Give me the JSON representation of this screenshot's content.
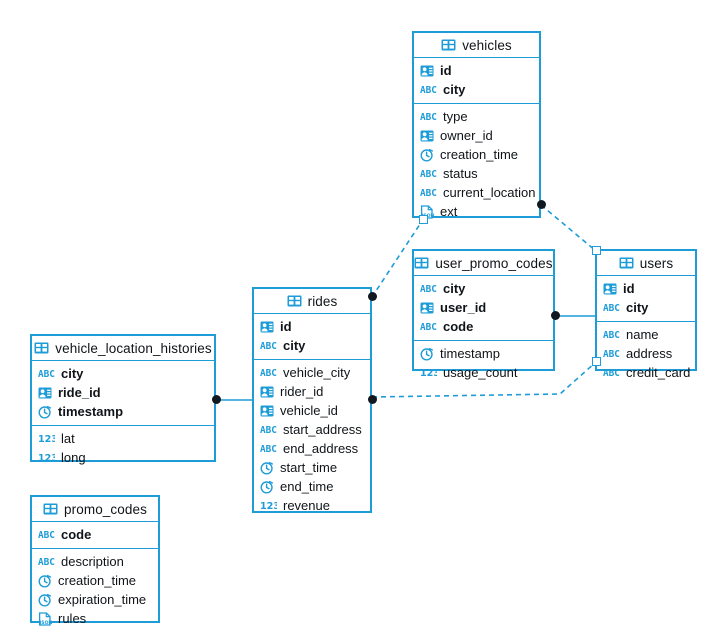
{
  "diagram": {
    "kind": "entity-relationship-diagram",
    "accent_color": "#1d9cd8",
    "text_color": "#101418",
    "marker_dot_color": "#11181f",
    "background": "#ffffff"
  },
  "tables": [
    {
      "id": "vehicles",
      "name": "vehicles",
      "header_icon": "table-icon",
      "keys": [
        {
          "name": "id",
          "icon": "key-id-icon",
          "primary": true
        },
        {
          "name": "city",
          "icon": "abc-icon",
          "primary": true
        }
      ],
      "columns": [
        {
          "name": "type",
          "icon": "abc-icon"
        },
        {
          "name": "owner_id",
          "icon": "key-id-icon"
        },
        {
          "name": "creation_time",
          "icon": "clock-icon"
        },
        {
          "name": "status",
          "icon": "abc-icon"
        },
        {
          "name": "current_location",
          "icon": "abc-icon"
        },
        {
          "name": "ext",
          "icon": "json-icon"
        }
      ]
    },
    {
      "id": "user_promo_codes",
      "name": "user_promo_codes",
      "header_icon": "table-icon",
      "keys": [
        {
          "name": "city",
          "icon": "abc-icon",
          "primary": true
        },
        {
          "name": "user_id",
          "icon": "key-id-icon",
          "primary": true
        },
        {
          "name": "code",
          "icon": "abc-icon",
          "primary": true
        }
      ],
      "columns": [
        {
          "name": "timestamp",
          "icon": "clock-icon"
        },
        {
          "name": "usage_count",
          "icon": "number-icon"
        }
      ]
    },
    {
      "id": "users",
      "name": "users",
      "header_icon": "table-icon",
      "keys": [
        {
          "name": "id",
          "icon": "key-id-icon",
          "primary": true
        },
        {
          "name": "city",
          "icon": "abc-icon",
          "primary": true
        }
      ],
      "columns": [
        {
          "name": "name",
          "icon": "abc-icon"
        },
        {
          "name": "address",
          "icon": "abc-icon"
        },
        {
          "name": "credit_card",
          "icon": "abc-icon"
        }
      ]
    },
    {
      "id": "rides",
      "name": "rides",
      "header_icon": "table-icon",
      "keys": [
        {
          "name": "id",
          "icon": "key-id-icon",
          "primary": true
        },
        {
          "name": "city",
          "icon": "abc-icon",
          "primary": true
        }
      ],
      "columns": [
        {
          "name": "vehicle_city",
          "icon": "abc-icon"
        },
        {
          "name": "rider_id",
          "icon": "key-id-icon"
        },
        {
          "name": "vehicle_id",
          "icon": "key-id-icon"
        },
        {
          "name": "start_address",
          "icon": "abc-icon"
        },
        {
          "name": "end_address",
          "icon": "abc-icon"
        },
        {
          "name": "start_time",
          "icon": "clock-icon"
        },
        {
          "name": "end_time",
          "icon": "clock-icon"
        },
        {
          "name": "revenue",
          "icon": "number-icon"
        }
      ]
    },
    {
      "id": "vehicle_location_histories",
      "name": "vehicle_location_histories",
      "header_icon": "table-icon",
      "keys": [
        {
          "name": "city",
          "icon": "abc-icon",
          "primary": true
        },
        {
          "name": "ride_id",
          "icon": "key-id-icon",
          "primary": true
        },
        {
          "name": "timestamp",
          "icon": "clock-icon",
          "primary": true
        }
      ],
      "columns": [
        {
          "name": "lat",
          "icon": "number-icon"
        },
        {
          "name": "long",
          "icon": "number-icon"
        }
      ]
    },
    {
      "id": "promo_codes",
      "name": "promo_codes",
      "header_icon": "table-icon",
      "keys": [
        {
          "name": "code",
          "icon": "abc-icon",
          "primary": true
        }
      ],
      "columns": [
        {
          "name": "description",
          "icon": "abc-icon"
        },
        {
          "name": "creation_time",
          "icon": "clock-icon"
        },
        {
          "name": "expiration_time",
          "icon": "clock-icon"
        },
        {
          "name": "rules",
          "icon": "json-icon"
        }
      ]
    }
  ],
  "relationships": [
    {
      "id": "vehicles-users",
      "from": "vehicles",
      "to": "users",
      "style": "dashed"
    },
    {
      "id": "vehicles-rides",
      "from": "vehicles",
      "to": "rides",
      "style": "dashed"
    },
    {
      "id": "rides-users",
      "from": "rides",
      "to": "users",
      "style": "dashed"
    },
    {
      "id": "user_promo_codes-users",
      "from": "user_promo_codes",
      "to": "users",
      "style": "solid"
    },
    {
      "id": "vehicle_location_histories-rides",
      "from": "vehicle_location_histories",
      "to": "rides",
      "style": "solid"
    }
  ]
}
